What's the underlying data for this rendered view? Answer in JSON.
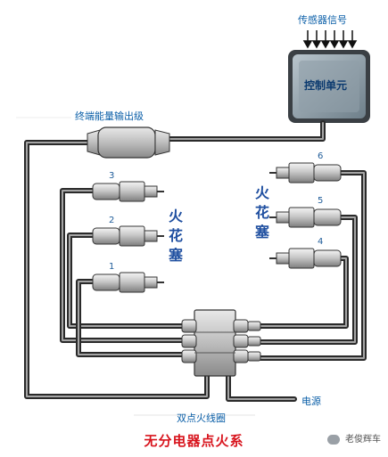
{
  "labels": {
    "sensor_signal": "传感器信号",
    "control_unit": "控制单元",
    "output_stage": "终端能量输出级",
    "spark_plug_left": "火花塞",
    "spark_plug_right": "火花塞",
    "twin_coil": "双点火线圈",
    "power": "电源",
    "title": "无分电器点火系",
    "watermark": "老俊辉车"
  },
  "plug_numbers": {
    "p1": "1",
    "p2": "2",
    "p3": "3",
    "p4": "4",
    "p5": "5",
    "p6": "6"
  },
  "icons": {
    "watermark_logo": "wechat-bubble-icon"
  },
  "colors": {
    "wire": "#2a2a2a",
    "wire_inner": "#9a9a9a",
    "text_blue": "#0b5fa8",
    "title_red": "#d8141d",
    "control_unit_fill": "#7f8f99"
  }
}
